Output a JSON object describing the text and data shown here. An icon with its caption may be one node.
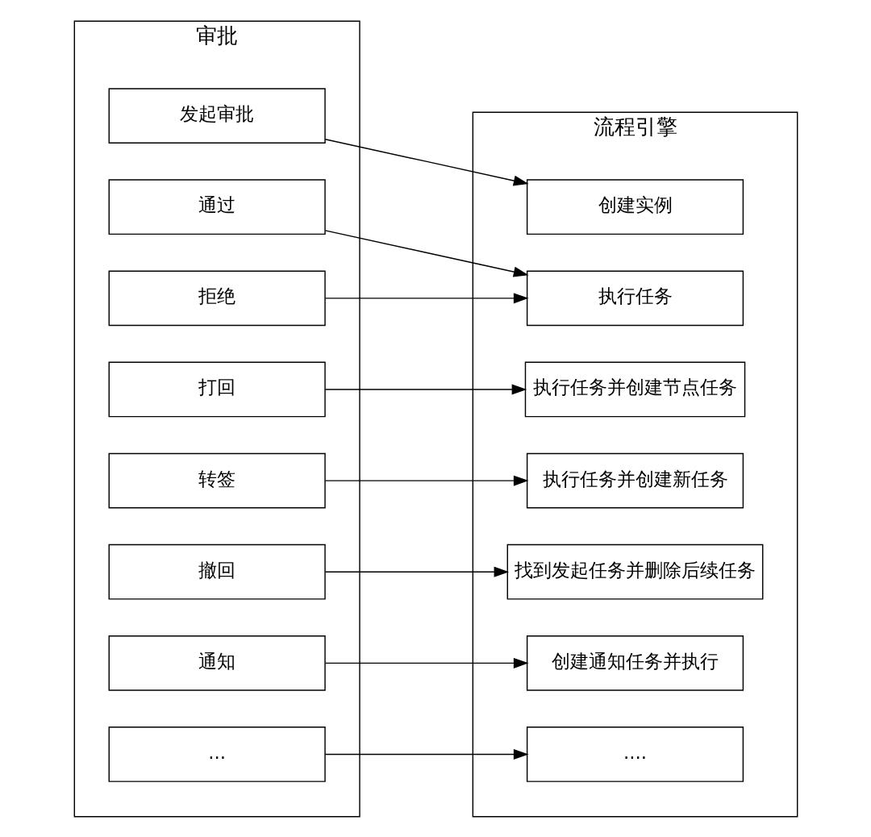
{
  "diagram": {
    "nodes": [
      {
        "text": [
          "审批"
        ]
      },
      {
        "text": [
          "发起审批"
        ],
        "in": 0
      },
      {
        "text": [
          "通过"
        ],
        "in": 0
      },
      {
        "text": [
          "拒绝"
        ],
        "in": 0
      },
      {
        "text": [
          "打回"
        ],
        "in": 0
      },
      {
        "text": [
          "转签"
        ],
        "in": 0
      },
      {
        "text": [
          "撤回"
        ],
        "in": 0
      },
      {
        "text": [
          "通知"
        ],
        "in": 0
      },
      {
        "text": [
          "..."
        ],
        "in": 0
      },
      {
        "text": [
          "流程引擎"
        ]
      },
      {
        "text": [
          "创建实例"
        ],
        "in": 9
      },
      {
        "text": [
          "执行任务"
        ],
        "in": 9
      },
      {
        "text": [
          "执行任务并创建节点任务"
        ],
        "in": 9
      },
      {
        "text": [
          "执行任务并创建新任务"
        ],
        "in": 9
      },
      {
        "text": [
          "找到发起任务并删除后续任务"
        ],
        "in": 9
      },
      {
        "text": [
          "创建通知任务并执行"
        ],
        "in": 9
      },
      {
        "text": [
          "...."
        ],
        "in": 9
      }
    ],
    "edges": [
      {
        "from": 1,
        "to": 10,
        "arrow": "to"
      },
      {
        "from": 2,
        "to": 11,
        "arrow": "to"
      },
      {
        "from": 3,
        "to": 11,
        "arrow": "to"
      },
      {
        "from": 4,
        "to": 12,
        "arrow": "to"
      },
      {
        "from": 5,
        "to": 13,
        "arrow": "to"
      },
      {
        "from": 6,
        "to": 14,
        "arrow": "to"
      },
      {
        "from": 7,
        "to": 15,
        "arrow": "to"
      },
      {
        "from": 8,
        "to": 16,
        "arrow": "to"
      }
    ]
  }
}
